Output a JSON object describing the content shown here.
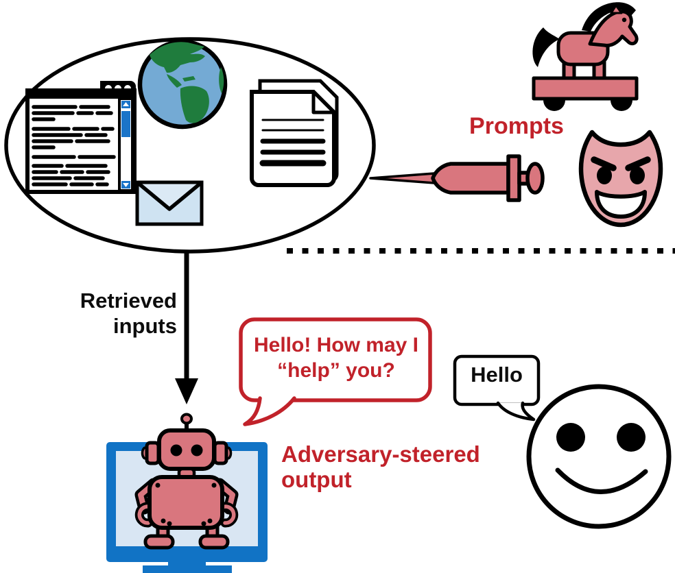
{
  "figure": {
    "retrieval_sources": {
      "description": "ellipse of retrieval sources",
      "icons": [
        "browser-window-icon",
        "globe-icon",
        "documents-icon",
        "envelope-icon"
      ]
    },
    "adversary": {
      "label": "Prompts",
      "icons": [
        "trojan-horse-icon",
        "syringe-icon",
        "devil-face-icon"
      ]
    },
    "retrieved_inputs_label": {
      "line1": "Retrieved",
      "line2": "inputs"
    },
    "bot_speech_bubble": {
      "line1": "Hello! How may I",
      "line2": "“help” you?"
    },
    "adversary_output_label": {
      "line1": "Adversary-steered",
      "line2": "output"
    },
    "user_speech_bubble": {
      "text": "Hello"
    },
    "colors": {
      "accent_red": "#c1222a",
      "pink": "#d9767e",
      "light_pink": "#e7a6ab",
      "monitor_blue": "#1173c5",
      "screen_blue": "#d9e6f3",
      "envelope_blue": "#cfe3f2",
      "envelope_flap_blue": "#dbe9f5",
      "globe_ocean": "#74aad4",
      "globe_land": "#1f7c3d",
      "scrollbar_blue": "#1b74c8",
      "outline_black": "#000000"
    }
  }
}
